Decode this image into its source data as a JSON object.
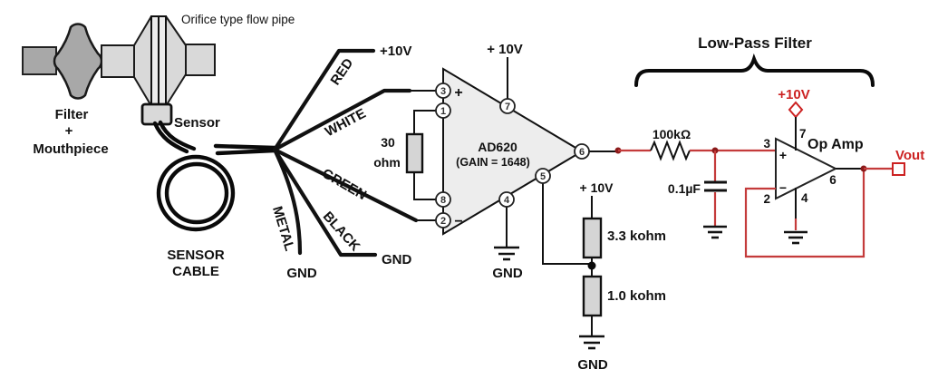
{
  "colors": {
    "accent_red": "#cc2222",
    "wire_red": "#c43b3b",
    "junction_red": "#8a1a1a",
    "wire_black": "#111111",
    "component_fill": "#d9d9d9",
    "amp_fill": "#ededed"
  },
  "pipe": {
    "title": "Orifice type flow pipe",
    "filter_label": [
      "Filter",
      "+",
      "Mouthpiece"
    ],
    "sensor_label": "Sensor",
    "cable_label": [
      "SENSOR",
      "CABLE"
    ]
  },
  "cable_wires": {
    "red": {
      "label": "RED",
      "terminal": "+10V"
    },
    "white": {
      "label": "WHITE"
    },
    "green": {
      "label": "GREEN"
    },
    "black": {
      "label": "BLACK",
      "terminal": "GND"
    },
    "metal": {
      "label": "METAL",
      "terminal": "GND"
    }
  },
  "ad620": {
    "name": "AD620",
    "gain": "(GAIN = 1648)",
    "supply": "+ 10V",
    "gnd": "GND",
    "plus": "+",
    "minus": "−",
    "pins": {
      "1": "1",
      "2": "2",
      "3": "3",
      "4": "4",
      "5": "5",
      "6": "6",
      "7": "7",
      "8": "8"
    },
    "rg": {
      "line1": "30",
      "line2": "ohm"
    }
  },
  "divider": {
    "supply": "+ 10V",
    "r_top": "3.3 kohm",
    "r_bottom": "1.0 kohm",
    "gnd": "GND"
  },
  "lpf": {
    "title": "Low-Pass Filter",
    "resistor": "100kΩ",
    "capacitor": "0.1µF"
  },
  "opamp": {
    "name": "Op Amp",
    "supply": "+10V",
    "output": "Vout",
    "plus": "+",
    "minus": "−",
    "pins": {
      "2": "2",
      "3": "3",
      "4": "4",
      "6": "6",
      "7": "7"
    }
  }
}
